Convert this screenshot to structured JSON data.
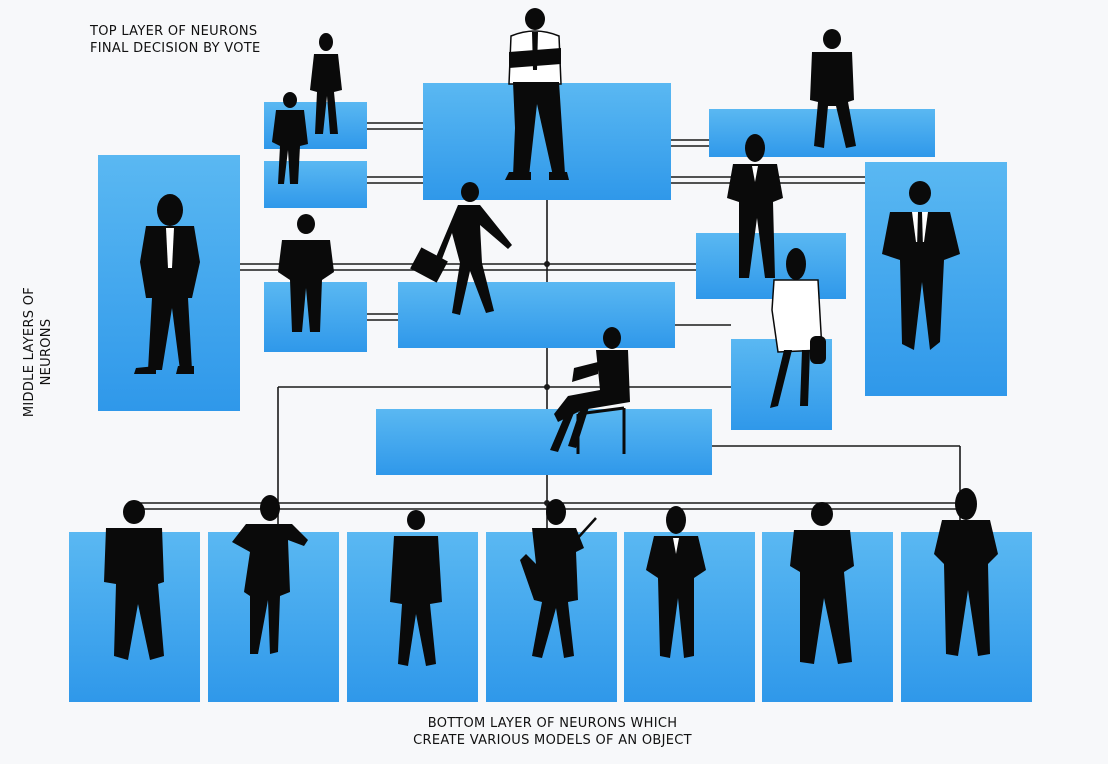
{
  "labels": {
    "top_line1": "TOP LAYER OF NEURONS",
    "top_line2": "FINAL DECISION BY VOTE",
    "middle": "MIDDLE LAYERS OF NEURONS",
    "bottom_line1": "BOTTOM LAYER OF NEURONS WHICH",
    "bottom_line2": "CREATE VARIOUS MODELS OF AN OBJECT"
  },
  "colors": {
    "box_top": "#5ab8f2",
    "box_bottom": "#2f98ea",
    "connector": "#1a1a1a",
    "silhouette": "#0a0a0a",
    "shirt": "#ffffff"
  },
  "nodes": [
    {
      "id": "top-left-small-1",
      "layer": "middle"
    },
    {
      "id": "top-left-small-2",
      "layer": "middle"
    },
    {
      "id": "top-center",
      "layer": "top",
      "figure": "man-arms-crossed"
    },
    {
      "id": "top-right",
      "layer": "middle"
    },
    {
      "id": "left-tall",
      "layer": "middle",
      "figure": "woman-hands-on-hips"
    },
    {
      "id": "mid-left-small",
      "layer": "middle"
    },
    {
      "id": "mid-center",
      "layer": "middle",
      "figure": "woman-with-briefcase"
    },
    {
      "id": "mid-right",
      "layer": "middle",
      "figure": "woman-standing"
    },
    {
      "id": "right-tall",
      "layer": "middle",
      "figure": "man-in-suit"
    },
    {
      "id": "right-small",
      "layer": "middle",
      "figure": "woman-lab-coat"
    },
    {
      "id": "lower-center",
      "layer": "middle",
      "figure": "man-seated-chair"
    },
    {
      "id": "bottom-1",
      "layer": "bottom",
      "figure": "man-standing"
    },
    {
      "id": "bottom-2",
      "layer": "bottom",
      "figure": "woman-on-phone"
    },
    {
      "id": "bottom-3",
      "layer": "bottom",
      "figure": "man-standing"
    },
    {
      "id": "bottom-4",
      "layer": "bottom",
      "figure": "woman-with-pointer"
    },
    {
      "id": "bottom-5",
      "layer": "bottom",
      "figure": "woman-hands-on-hips"
    },
    {
      "id": "bottom-6",
      "layer": "bottom",
      "figure": "man-hands-on-hips"
    },
    {
      "id": "bottom-7",
      "layer": "bottom",
      "figure": "woman-hands-on-hips"
    }
  ]
}
